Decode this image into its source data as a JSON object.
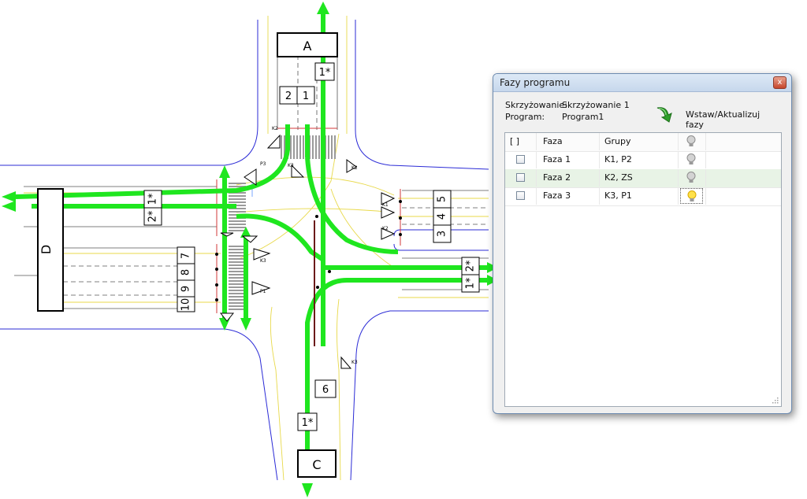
{
  "drawing": {
    "approach_labels": {
      "north": "A",
      "west": "D",
      "south": "C"
    },
    "signal_groups": {
      "north": [
        "2",
        "1"
      ],
      "north_ped": "1*",
      "east": [
        "5",
        "4",
        "3"
      ],
      "east_ped": [
        "2*",
        "1*"
      ],
      "west_exit_ped": [
        "2*",
        "1*"
      ],
      "west": [
        "7",
        "8",
        "9",
        "10"
      ],
      "south": "6",
      "south_ped": "1*"
    },
    "signal_tags": [
      "K1",
      "K2",
      "K3",
      "P1",
      "P2",
      "ZS"
    ],
    "colors": {
      "phase_flow": "#1fe61f",
      "curb": "#2b2bd6",
      "lane_yellow": "#e8d94a",
      "stop_line": "#d23a3a"
    }
  },
  "window": {
    "title": "Fazy programu",
    "close_glyph": "x",
    "info": {
      "intersection_label": "Skrzyżowanie:",
      "intersection_value": "Skrzyżowanie 1",
      "program_label": "Program:",
      "program_value": "Program1"
    },
    "apply_button": {
      "label": "Wstaw/Aktualizuj fazy",
      "icon": "green-arrow-icon"
    },
    "table": {
      "columns": [
        "[ ]",
        "Faza",
        "Grupy",
        ""
      ],
      "rows": [
        {
          "checked": false,
          "phase": "Faza 1",
          "groups": "K1, P2",
          "bulb": "off"
        },
        {
          "checked": false,
          "phase": "Faza 2",
          "groups": "K2, ZS",
          "bulb": "off",
          "highlighted": true
        },
        {
          "checked": false,
          "phase": "Faza 3",
          "groups": "K3, P1",
          "bulb": "on"
        }
      ]
    }
  }
}
